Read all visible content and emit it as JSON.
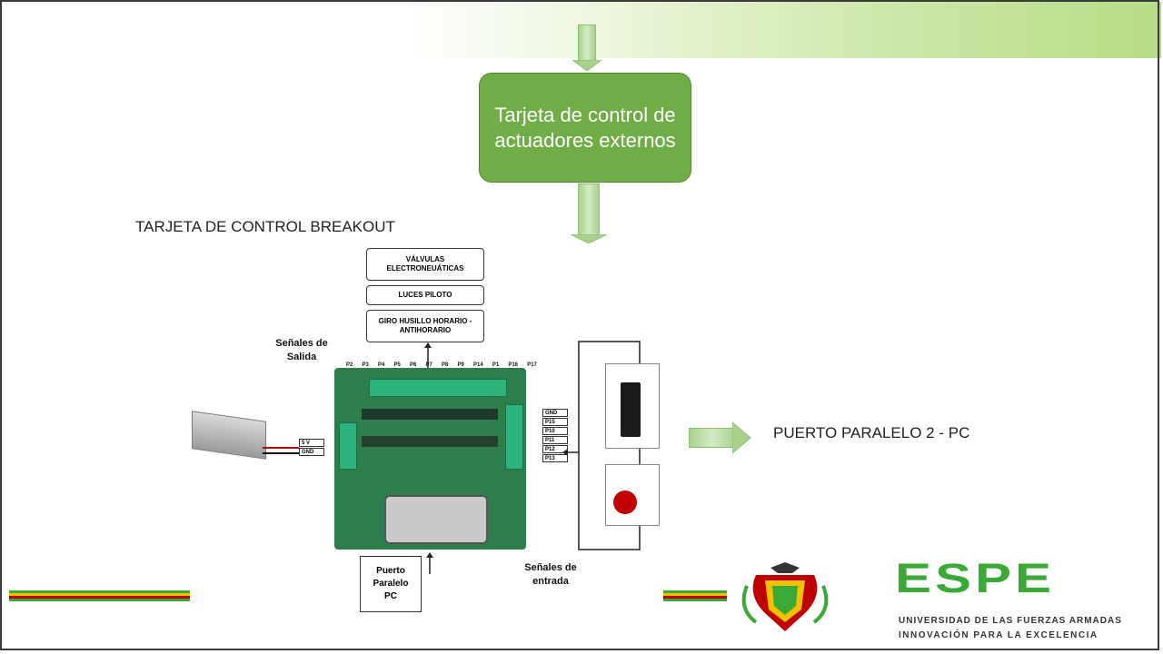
{
  "slide": {
    "center_box": "Tarjeta de control de actuadores externos",
    "label_left": "TARJETA DE CONTROL BREAKOUT",
    "label_right": "PUERTO PARALELO 2 - PC"
  },
  "diagram": {
    "outputs": [
      "VÁLVULAS ELECTRONEUÁTICAS",
      "LUCES PILOTO",
      "GIRO HUSILLO HORARIO - ANTIHORARIO"
    ],
    "output_signals": "Señales de Salida",
    "input_signals": "Señales de entrada",
    "parallel_port": "Puerto Paralelo PC",
    "top_pins": [
      "P2",
      "P3",
      "P4",
      "P5",
      "P6",
      "P7",
      "P8",
      "P9",
      "P14",
      "P1",
      "P16",
      "P17"
    ],
    "right_pins": [
      "GND",
      "P15",
      "P10",
      "P11",
      "P12",
      "P13"
    ],
    "power_pins": [
      "5 V",
      "GND"
    ]
  },
  "logo": {
    "brand": "ESPE",
    "line1": "UNIVERSIDAD DE LAS FUERZAS ARMADAS",
    "line2": "INNOVACIÓN PARA LA EXCELENCIA"
  },
  "colors": {
    "green": "#70ad47",
    "logo_green": "#3aa935",
    "stripe_red": "#c00000",
    "stripe_yellow": "#f2c200"
  }
}
